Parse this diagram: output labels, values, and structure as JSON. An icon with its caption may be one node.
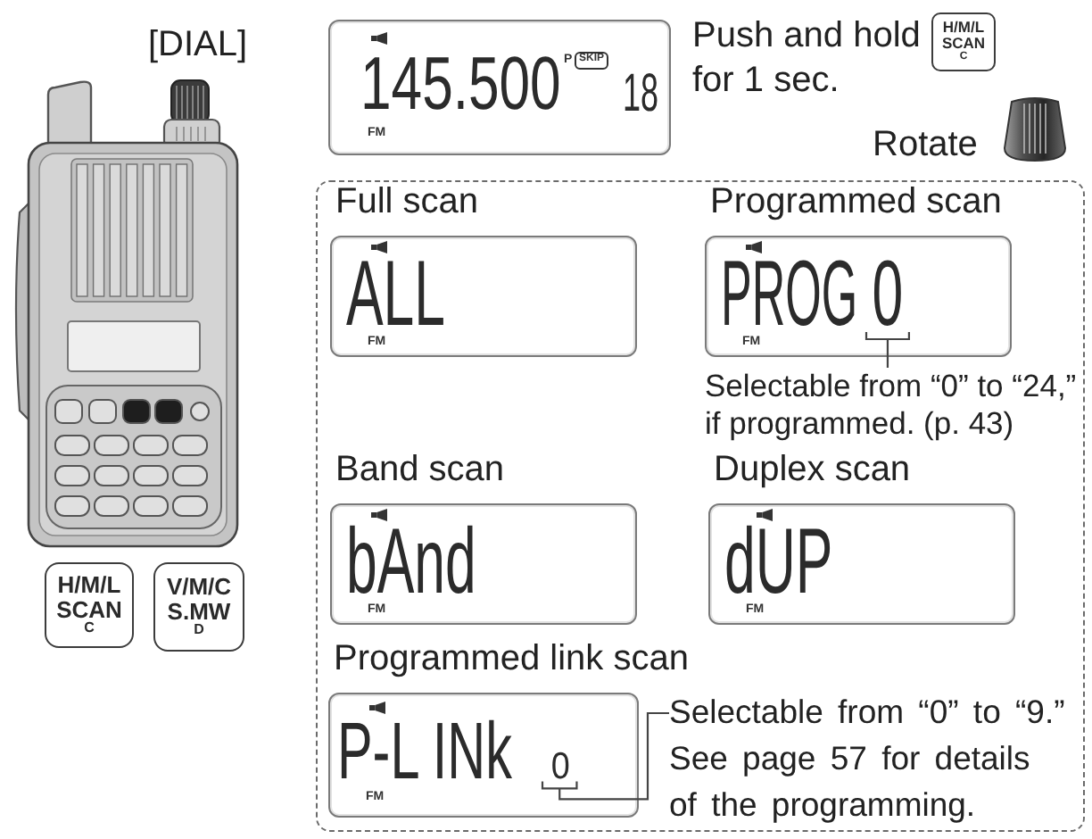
{
  "diagram": {
    "nodes": [
      {
        "text": [
          "H/M/L",
          "SCAN",
          "C"
        ]
      },
      {
        "text": [
          "V/M/C",
          "S.MW",
          "D"
        ]
      },
      {
        "text": [
          "145.500",
          "P",
          "SKIP",
          "18",
          "FM"
        ]
      },
      {
        "text": [
          "H/M/L",
          "SCAN",
          "C"
        ]
      },
      {
        "text": [],
        "shape": "box"
      },
      {
        "text": [
          "Full scan",
          "ALL",
          "FM"
        ],
        "in": 4
      },
      {
        "text": [
          "Programmed scan",
          "PROG",
          "FM"
        ],
        "in": 4
      },
      {
        "text": [
          "0"
        ],
        "in": 6
      },
      {
        "text": [
          "Selectable from “0” to “24,” if programmed. (p. 43)"
        ],
        "in": 4
      },
      {
        "text": [
          "Band scan",
          "bAnd",
          "FM"
        ],
        "in": 4
      },
      {
        "text": [
          "Duplex scan",
          "dUP",
          "FM"
        ],
        "in": 4
      },
      {
        "text": [
          "Programmed link scan",
          "P-L INk",
          "FM"
        ],
        "in": 4
      },
      {
        "text": [
          "0"
        ],
        "in": 11
      },
      {
        "text": [
          "Selectable from “0” to “9.” See page 57 for details of the programming."
        ],
        "in": 4
      }
    ],
    "edges": [
      {
        "from": 8,
        "to": 7,
        "arrow": "none"
      },
      {
        "from": 13,
        "to": 12,
        "arrow": "none"
      }
    ],
    "labels": [
      "[DIAL]",
      "Push and hold for 1 sec.",
      "Rotate"
    ]
  }
}
